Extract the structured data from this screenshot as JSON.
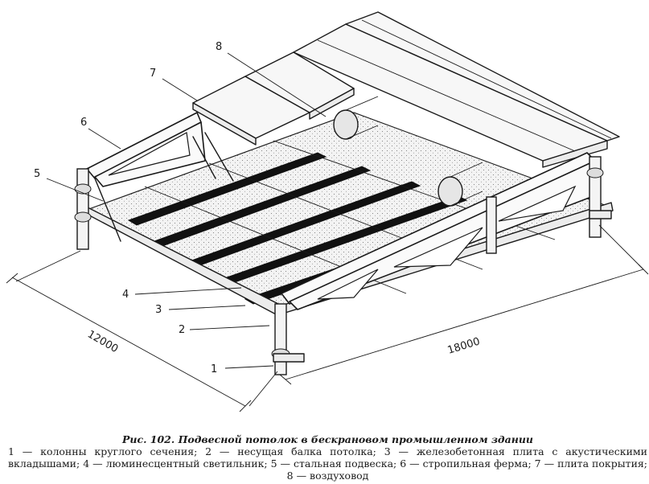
{
  "figure": {
    "callouts": [
      {
        "num": "1"
      },
      {
        "num": "2"
      },
      {
        "num": "3"
      },
      {
        "num": "4"
      },
      {
        "num": "5"
      },
      {
        "num": "6"
      },
      {
        "num": "7"
      },
      {
        "num": "8"
      }
    ],
    "dimensions": {
      "width": "12000",
      "length": "18000"
    }
  },
  "caption": {
    "title": "Рис. 102. Подвесной потолок в бескрановом промышленном здании",
    "legend": "1 — колонны круглого сечения; 2 — несущая балка потолка; 3 — железобетонная плита с акустическими вкладышами; 4 — люминесцентный светильник; 5 — стальная подвеска; 6 — стропильная ферма; 7 — плита покрытия; 8 — воздуховод"
  }
}
